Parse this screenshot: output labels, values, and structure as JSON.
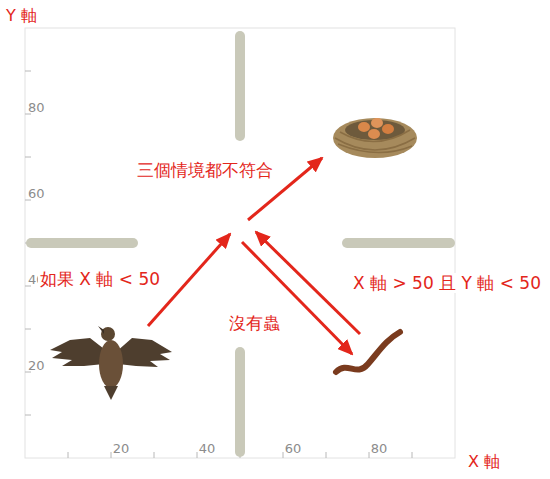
{
  "diagram": {
    "labels": [
      "Y 軸",
      "80",
      "60",
      "40",
      "20",
      "三個情境都不符合",
      "如果 X 軸 < 50",
      "X 軸 > 50 且 Y 軸 < 50",
      "沒有蟲",
      "20",
      "40",
      "60",
      "80",
      "X 軸"
    ]
  }
}
